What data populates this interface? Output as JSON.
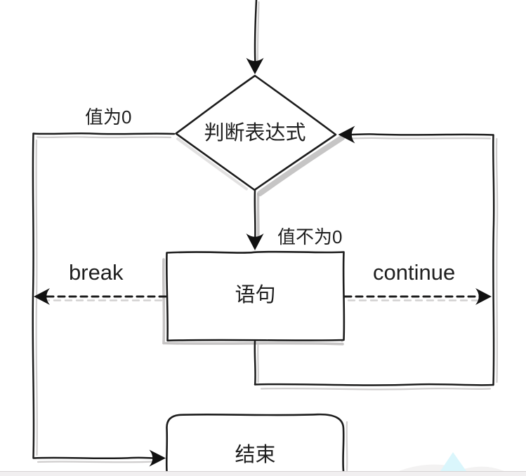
{
  "diagram": {
    "type": "flowchart",
    "topic": "loop condition with break / continue",
    "colors": {
      "background": "#ffffff",
      "stroke": "#1c1c1c",
      "shadow": "#c9c7c7",
      "footer_strip": "#f1eff0",
      "watermark_cyan": "#d8f6fc"
    },
    "nodes": {
      "decision": {
        "shape": "diamond",
        "label": "判断表达式"
      },
      "statement": {
        "shape": "rectangle",
        "label": "语句"
      },
      "end": {
        "shape": "rounded-rectangle",
        "label": "结束"
      }
    },
    "edge_labels": {
      "value_zero": "值为0",
      "value_nonzero": "值不为0",
      "break": "break",
      "continue": "continue"
    }
  }
}
